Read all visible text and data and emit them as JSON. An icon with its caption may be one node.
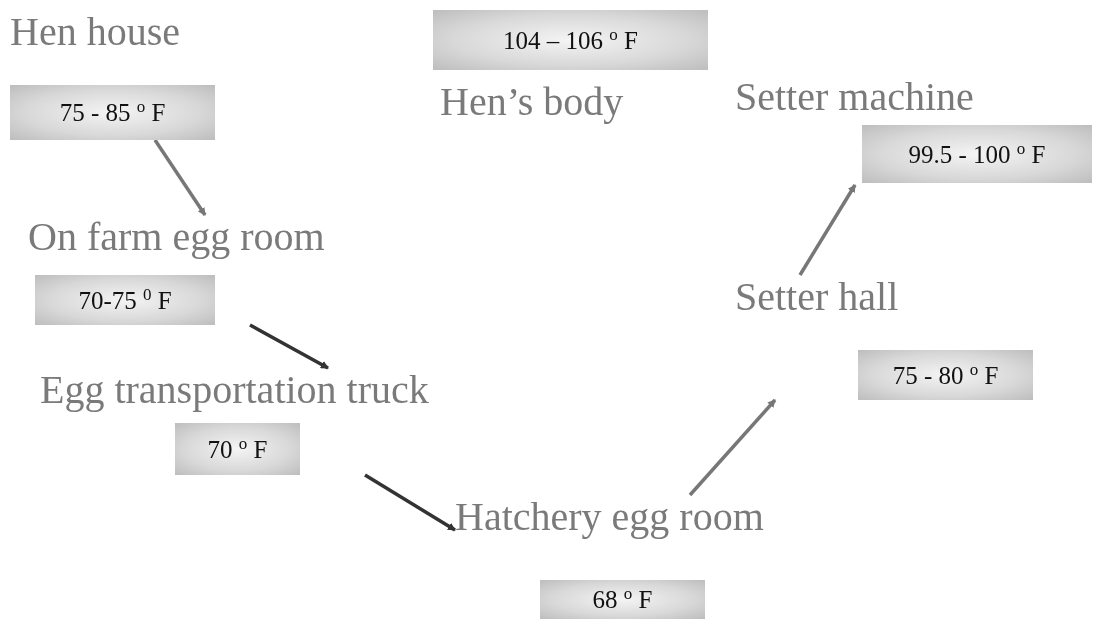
{
  "diagram": {
    "nodes": [
      {
        "text": [
          "Hen house",
          "75 - 85 $^{o}$ F"
        ]
      },
      {
        "text": [
          "104 – 106 $^{o}$ F",
          "Hen’s body"
        ]
      },
      {
        "text": [
          "On farm egg room",
          "70-75 $^{0}$ F"
        ]
      },
      {
        "text": [
          "Egg transportation truck",
          "70 $^{o}$ F"
        ]
      },
      {
        "text": [
          "Hatchery egg room",
          "68 $^{o}$ F"
        ]
      },
      {
        "text": [
          "Setter hall",
          "75 - 80 $^{o}$ F"
        ]
      },
      {
        "text": [
          "Setter machine",
          "99.5 - 100 $^{o}$ F"
        ]
      }
    ],
    "edges": [
      {
        "from": 0,
        "to": 2,
        "arrow": "to"
      },
      {
        "from": 2,
        "to": 3,
        "arrow": "to",
        "color": "#333333"
      },
      {
        "from": 3,
        "to": 4,
        "arrow": "to",
        "color": "#333333"
      },
      {
        "from": 4,
        "to": 5,
        "arrow": "to"
      },
      {
        "from": 5,
        "to": 6,
        "arrow": "to"
      }
    ]
  }
}
